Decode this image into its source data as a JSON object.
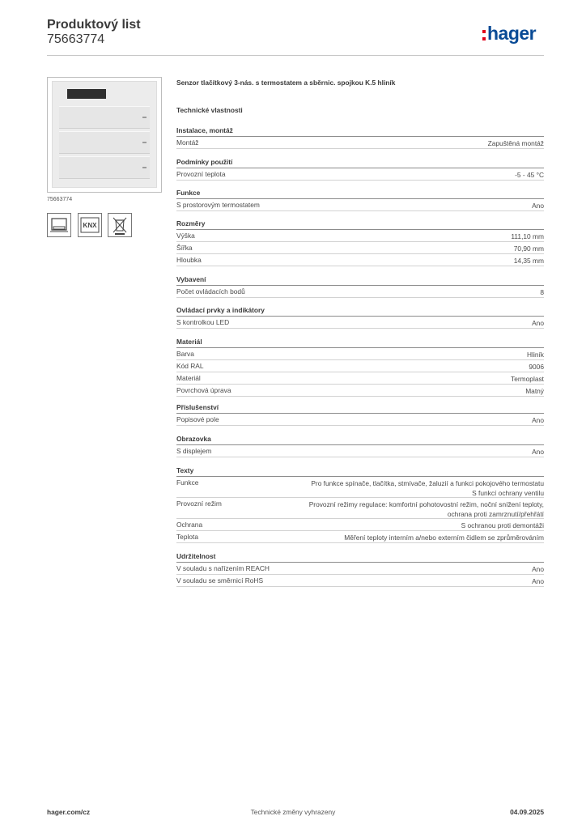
{
  "header": {
    "title": "Produktový list",
    "code": "75663774",
    "logo_text": "hager",
    "logo_color": "#0a4b96",
    "logo_accent": "#e2001a"
  },
  "product": {
    "image_caption": "75663774",
    "description": "Senzor tlačítkový 3-nás. s termostatem a sběrnic. spojkou K.5 hliník",
    "icons": [
      "flush-mount-icon",
      "knx-logo-icon",
      "weee-bin-icon"
    ],
    "icon_text": "KNX"
  },
  "specs_heading": "Technické vlastnosti",
  "groups": [
    {
      "title": "Instalace, montáž",
      "rows": [
        {
          "label": "Montáž",
          "value": [
            "Zapuštěná montáž"
          ]
        }
      ]
    },
    {
      "title": "Podmínky použití",
      "rows": [
        {
          "label": "Provozní teplota",
          "value": [
            "-5 - 45 °C"
          ]
        }
      ]
    },
    {
      "title": "Funkce",
      "rows": [
        {
          "label": "S prostorovým termostatem",
          "value": [
            "Ano"
          ]
        }
      ]
    },
    {
      "title": "Rozměry",
      "rows": [
        {
          "label": "Výška",
          "value": [
            "111,10 mm"
          ]
        },
        {
          "label": "Šířka",
          "value": [
            "70,90 mm"
          ]
        },
        {
          "label": "Hloubka",
          "value": [
            "14,35 mm"
          ]
        }
      ]
    },
    {
      "title": "Vybavení",
      "rows": [
        {
          "label": "Počet ovládacích bodů",
          "value": [
            "8"
          ]
        }
      ]
    },
    {
      "title": "Ovládací prvky a indikátory",
      "rows": [
        {
          "label": "S kontrolkou LED",
          "value": [
            "Ano"
          ]
        }
      ]
    },
    {
      "title": "Materiál",
      "rows": [
        {
          "label": "Barva",
          "value": [
            "Hliník"
          ]
        },
        {
          "label": "Kód RAL",
          "value": [
            "9006"
          ]
        },
        {
          "label": "Materiál",
          "value": [
            "Termoplast"
          ]
        },
        {
          "label": "Povrchová úprava",
          "value": [
            "Matný"
          ]
        }
      ]
    },
    {
      "title": "Příslušenství",
      "rows": [
        {
          "label": "Popisové pole",
          "value": [
            "Ano"
          ]
        }
      ]
    },
    {
      "title": "Obrazovka",
      "rows": [
        {
          "label": "S displejem",
          "value": [
            "Ano"
          ]
        }
      ]
    },
    {
      "title": "Texty",
      "rows": [
        {
          "label": "Funkce",
          "value": [
            "Pro funkce spínače, tlačítka, stmívače, žaluzií a funkci pokojového termostatu",
            "S funkcí ochrany ventilu"
          ]
        },
        {
          "label": "Provozní režim",
          "value": [
            "Provozní režimy regulace: komfortní pohotovostní režim, noční snížení teploty,",
            "ochrana proti zamrznutí/přehřátí"
          ]
        },
        {
          "label": "Ochrana",
          "value": [
            "S ochranou proti demontáži"
          ]
        },
        {
          "label": "Teplota",
          "value": [
            "Měření teploty interním a/nebo externím čidlem se zprůměrováním"
          ]
        }
      ]
    },
    {
      "title": "Udržitelnost",
      "rows": [
        {
          "label": "V souladu s nařízením REACH",
          "value": [
            "Ano"
          ]
        },
        {
          "label": "V souladu se směrnicí RoHS",
          "value": [
            "Ano"
          ]
        }
      ]
    }
  ],
  "footer": {
    "website": "hager.com/cz",
    "notice": "Technické změny vyhrazeny",
    "date": "04.09.2025"
  }
}
